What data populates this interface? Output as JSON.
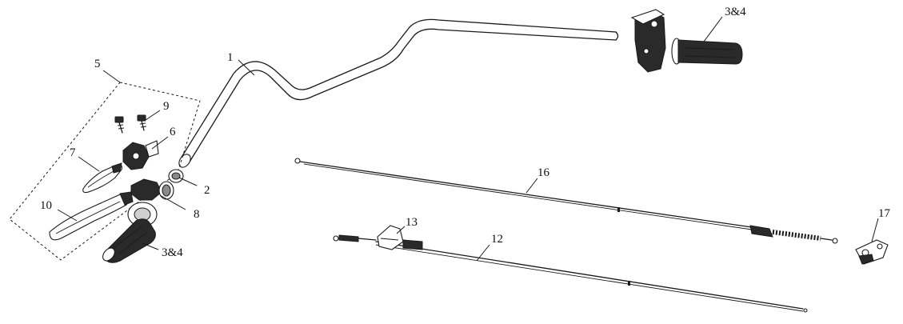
{
  "labels": {
    "p1": "1",
    "p2": "2",
    "p3_4_top": "3&4",
    "p3_4_bottom": "3&4",
    "p5": "5",
    "p6": "6",
    "p7": "7",
    "p8": "8",
    "p9": "9",
    "p10": "10",
    "p12": "12",
    "p13": "13",
    "p16": "16",
    "p17": "17"
  }
}
